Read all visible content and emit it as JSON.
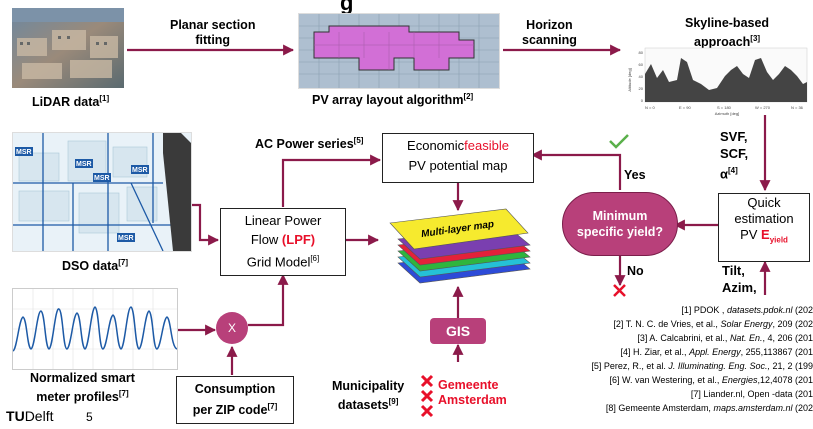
{
  "title_fragment": "g",
  "sources": {
    "lidar": "LiDAR data",
    "lidar_ref": "[1]",
    "dso": "DSO data",
    "dso_ref": "[7]",
    "smart_meter_line1": "Normalized smart",
    "smart_meter_line2": "meter profiles",
    "smart_meter_ref": "[7]",
    "consumption_line1": "Consumption",
    "consumption_line2": "per ZIP code",
    "consumption_ref": "[7]",
    "municipality_line1": "Municipality",
    "municipality_line2": "datasets",
    "municipality_ref": "[9]"
  },
  "steps": {
    "planar": [
      "Planar section",
      "fitting"
    ],
    "pv_layout": "PV array layout algorithm",
    "pv_layout_ref": "[2]",
    "horizon": [
      "Horizon",
      "scanning"
    ],
    "skyline": [
      "Skyline-based",
      "approach"
    ],
    "skyline_ref": "[3]",
    "skyline_chart": {
      "ylabel": "Altitude [deg]",
      "xlabel": "Azimuth [deg]",
      "ticks": [
        "N = 0",
        "E = 90",
        "S = 180",
        "W = 270",
        "N = 36"
      ],
      "yticks": [
        "80",
        "60",
        "40",
        "20",
        "0"
      ]
    },
    "svf": [
      "SVF,",
      "SCF,",
      "α"
    ],
    "svf_ref": "[4]",
    "quick": [
      "Quick",
      "estimation",
      "PV "
    ],
    "quick_eyield": "E",
    "quick_eyield_sub": "yield",
    "tilt": [
      "Tilt,",
      "Azim,"
    ],
    "min_yield": [
      "Minimum",
      "specific yield?"
    ],
    "yes": "Yes",
    "no": "No",
    "economic_prefix": "Economic",
    "economic_red": "feasible",
    "economic_line2": "PV potential map",
    "ac_power": "AC Power series",
    "ac_power_ref": "[5]",
    "lpf_line1": "Linear Power",
    "lpf_line2_prefix": "Flow ",
    "lpf_line2_red": "(LPF)",
    "lpf_line3": "Grid Model",
    "lpf_ref": "[6]",
    "multi_layer": "Multi-layer map",
    "gis": "GIS",
    "multiply": "X",
    "gemeente": [
      "Gemeente",
      "Amsterdam"
    ],
    "msr": "MSR"
  },
  "references": [
    {
      "text": "[1] PDOK , ",
      "ital": "datasets.pdok.nl",
      "tail": " (202"
    },
    {
      "text": "[2] T. N. C. de Vries, et al., ",
      "ital": "Solar Energy",
      "tail": ", 209 (202"
    },
    {
      "text": "[3] A. Calcabrini, et al., ",
      "ital": "Nat. En.",
      "tail": ", 4, 206 (201"
    },
    {
      "text": "[4] H. Ziar, et al., ",
      "ital": "Appl. Energy",
      "tail": ", 255,113867 (201"
    },
    {
      "text": "[5] Perez, R., et al. ",
      "ital": "J. Illuminating. Eng. Soc.,",
      "tail": " 21, 2 (199"
    },
    {
      "text": "[6] W. van Westering, et al., ",
      "ital": "Energies",
      "tail": ",12,4078 (201"
    },
    {
      "text": "[7] Liander.nl, Open -data (201",
      "ital": "",
      "tail": ""
    },
    {
      "text": "[8] Gemeente Amsterdam, ",
      "ital": "maps.amsterdam.nl",
      "tail": " (202"
    }
  ],
  "footer": {
    "logo_t": "T",
    "logo_u": "U",
    "logo_rest": "Delft",
    "page": "5"
  },
  "colors": {
    "arrow": "#8b1a4a",
    "decision_fill": "#b8407a",
    "red": "#e8102a",
    "check": "#5ab04a",
    "pv_panel": "#d26fd6"
  }
}
